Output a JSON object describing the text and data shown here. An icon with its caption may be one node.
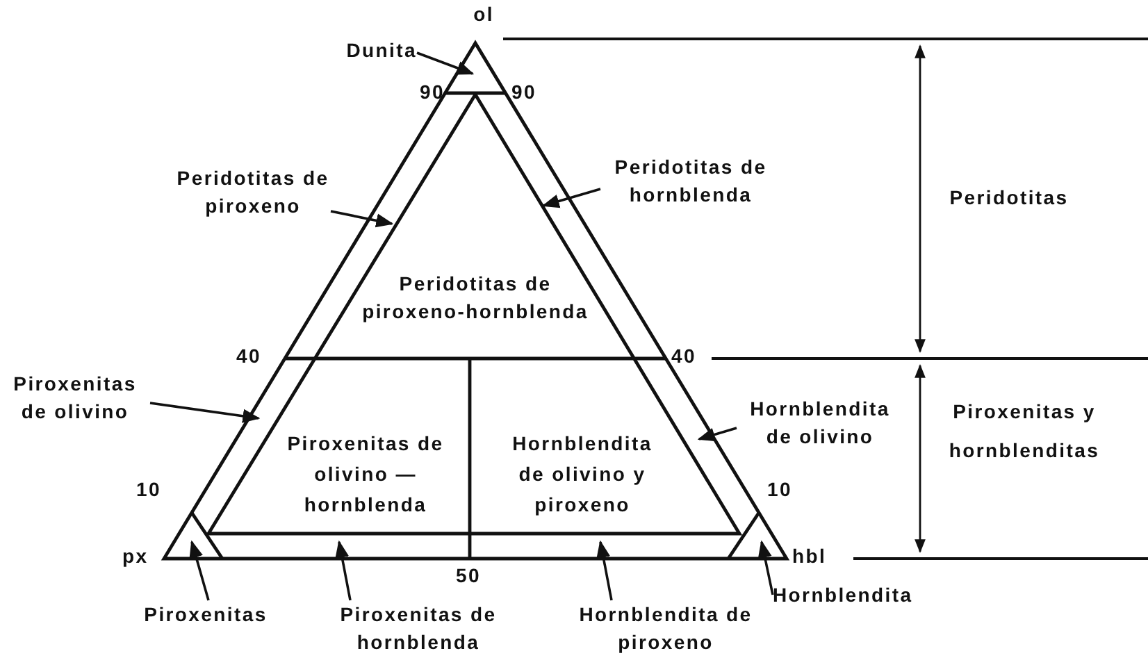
{
  "diagram": {
    "nodes": [
      {
        "text": [
          "Dunita"
        ]
      },
      {
        "text": [
          "Peridotitas de piroxeno"
        ]
      },
      {
        "text": [
          "Peridotitas de hornblenda"
        ]
      },
      {
        "text": [
          "Piroxenitas de olivino"
        ]
      },
      {
        "text": [
          "Hornblendita de olivino"
        ]
      },
      {
        "text": [
          "Piroxenitas"
        ]
      },
      {
        "text": [
          "Piroxenitas de hornblenda"
        ]
      },
      {
        "text": [
          "Hornblendita de piroxeno"
        ]
      },
      {
        "text": [
          "Hornblendita"
        ]
      }
    ],
    "edges": [
      {
        "from": 0,
        "to": null,
        "arrow": "to"
      },
      {
        "from": 1,
        "to": null,
        "arrow": "to"
      },
      {
        "from": 2,
        "to": null,
        "arrow": "to"
      },
      {
        "from": 3,
        "to": null,
        "arrow": "to"
      },
      {
        "from": 4,
        "to": null,
        "arrow": "to"
      },
      {
        "from": 5,
        "to": null,
        "arrow": "to"
      },
      {
        "from": 6,
        "to": null,
        "arrow": "to"
      },
      {
        "from": 7,
        "to": null,
        "arrow": "to"
      },
      {
        "from": 8,
        "to": null,
        "arrow": "to"
      }
    ],
    "labels": [
      "ol",
      "90",
      "90",
      "Peridotitas de piroxeno-hornblenda",
      "Peridotitas",
      "40",
      "40",
      "Piroxenitas de olivino — hornblenda",
      "Hornblendita de olivino y piroxeno",
      "Piroxenitas y hornblenditas",
      "10",
      "10",
      "px",
      "hbl",
      "50"
    ]
  }
}
